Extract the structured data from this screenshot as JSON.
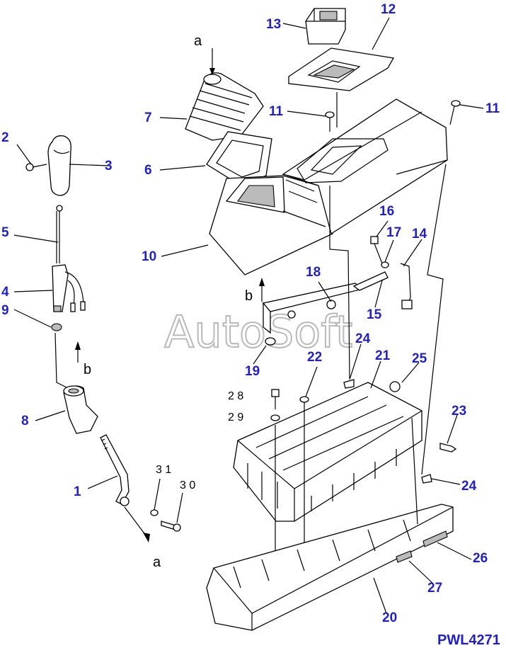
{
  "drawing_id": "PWL4271",
  "watermark": "AutoSoft",
  "callouts": {
    "c1": "1",
    "c2": "2",
    "c3": "3",
    "c4": "4",
    "c5": "5",
    "c6": "6",
    "c7": "7",
    "c8": "8",
    "c9": "9",
    "c10": "10",
    "c11a": "11",
    "c11b": "11",
    "c12": "12",
    "c13": "13",
    "c14": "14",
    "c15": "15",
    "c16": "16",
    "c17": "17",
    "c18": "18",
    "c19": "19",
    "c20": "20",
    "c21": "21",
    "c22": "22",
    "c23": "23",
    "c24a": "24",
    "c24b": "24",
    "c25": "25",
    "c26": "26",
    "c27": "27",
    "c28": "2 8",
    "c29": "2 9",
    "c30": "3 0",
    "c31": "3 1"
  },
  "ref_markers": {
    "a_top": "a",
    "a_bottom": "a",
    "b_left": "b",
    "b_mid": "b"
  }
}
